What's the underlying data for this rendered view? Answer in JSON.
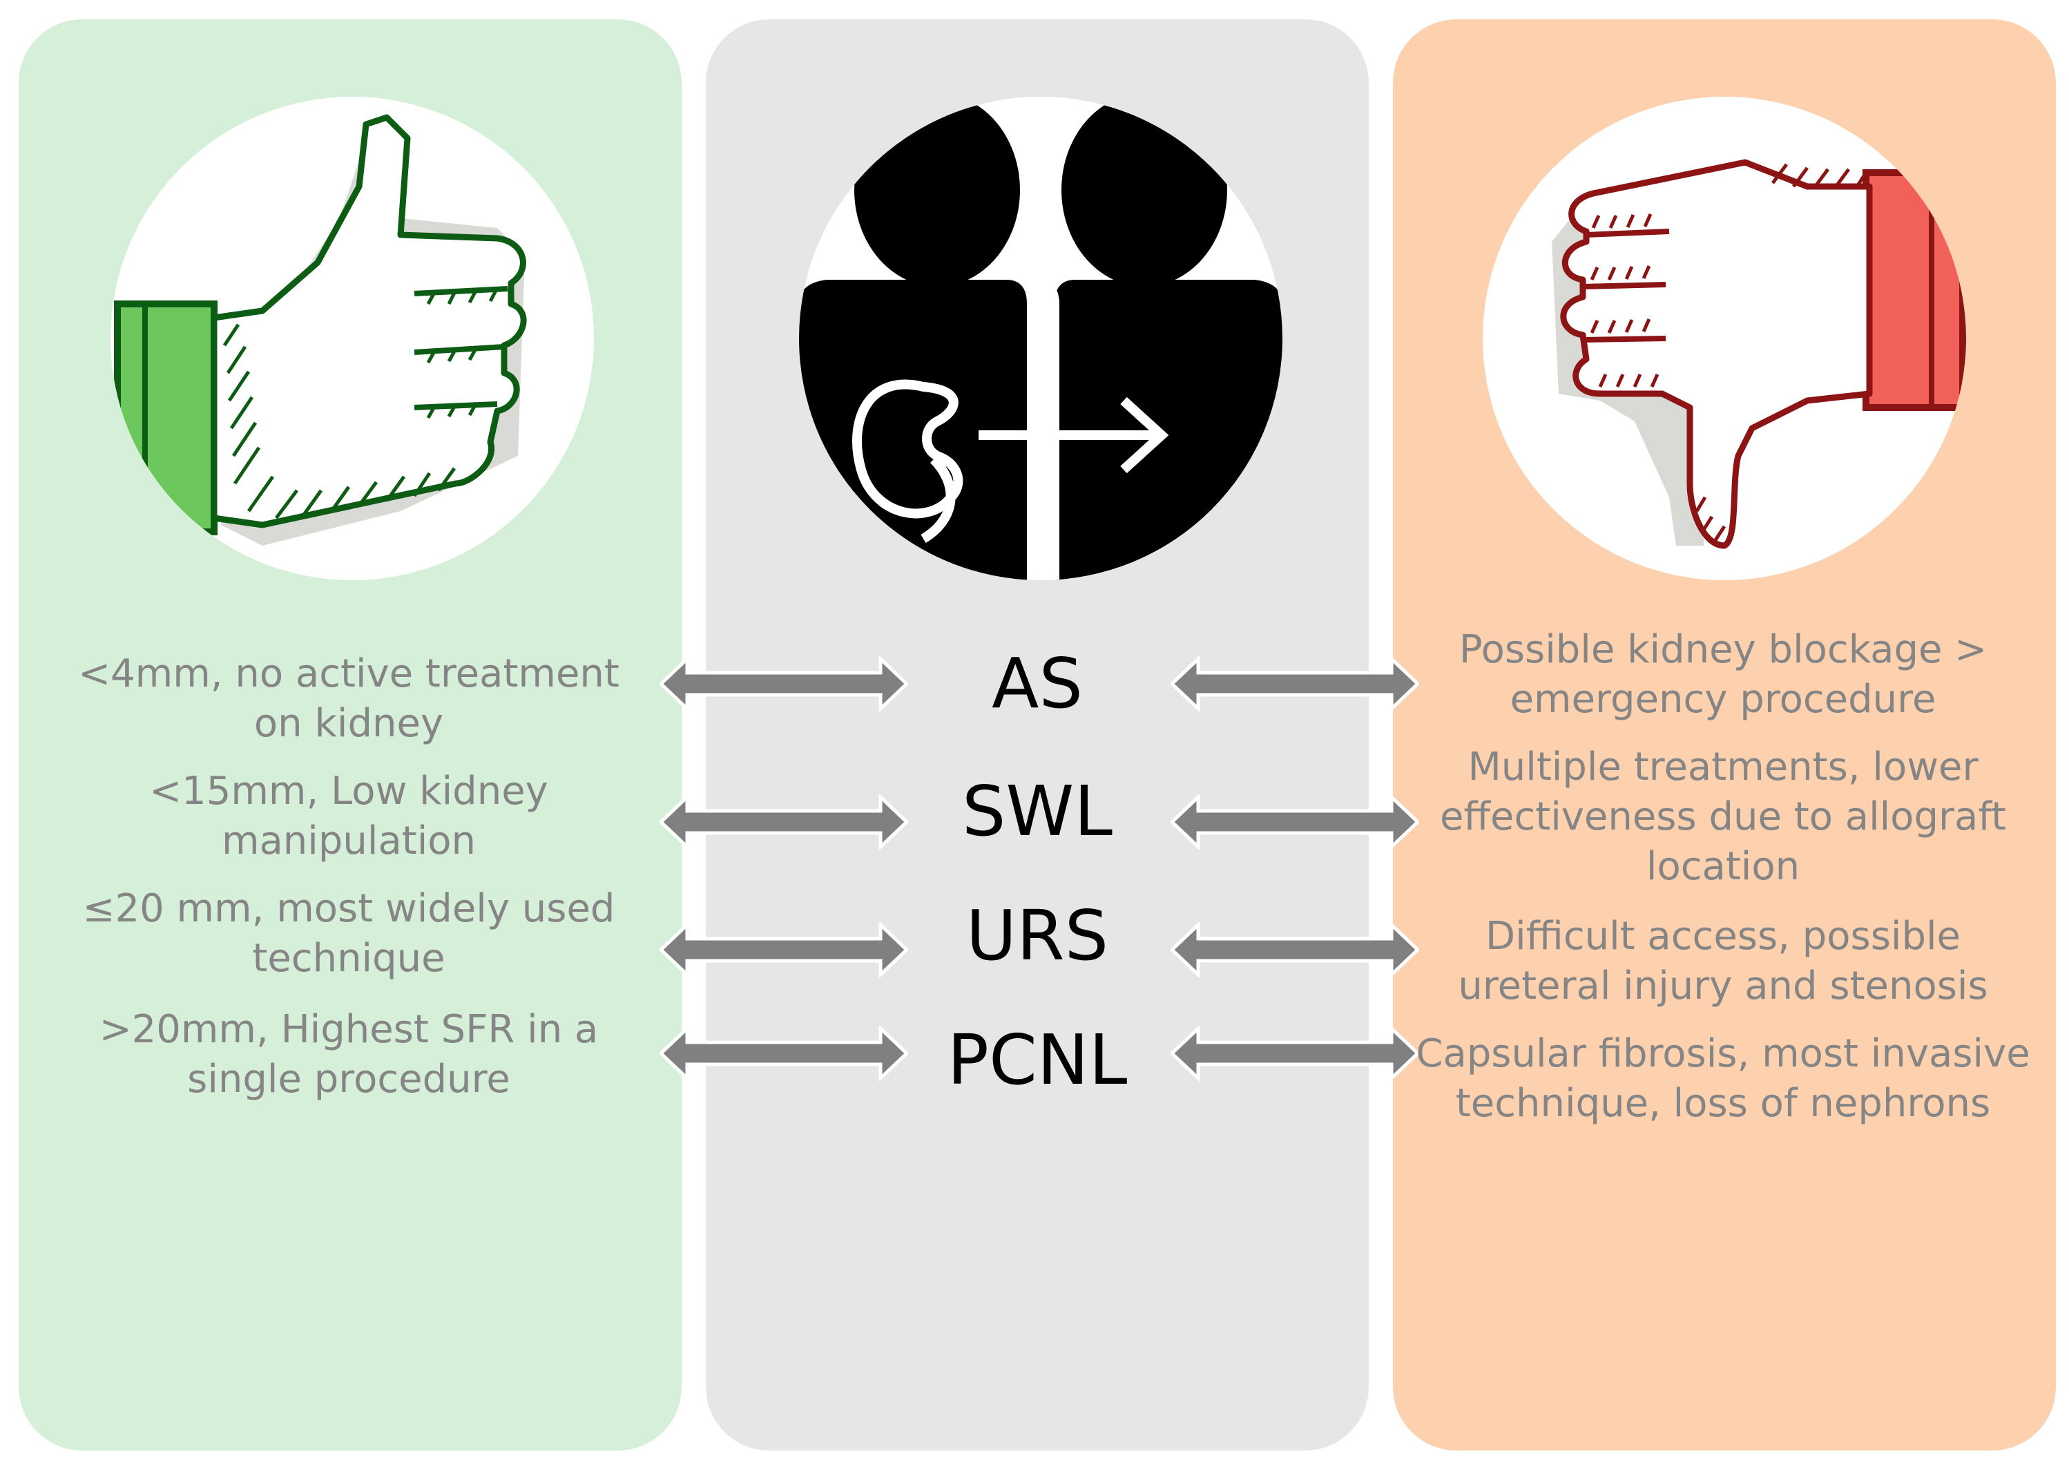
{
  "colors": {
    "pros_panel": "#d6efd9",
    "center_panel": "#e6e6e6",
    "cons_panel": "#fdd0ae",
    "arrow": "#808080",
    "text": "#858585",
    "thumb_green": "#0c5c14",
    "thumb_green_fill": "#6cc75c",
    "thumb_red": "#8c1414",
    "thumb_red_fill": "#f2605a"
  },
  "icons": {
    "pros": "thumbs-up-icon",
    "center": "transplant-kidney-icon",
    "cons": "thumbs-down-icon"
  },
  "rows": [
    {
      "procedure": "AS",
      "pro": "<4mm, no active treatment on kidney",
      "con": "Possible kidney blockage > emergency procedure"
    },
    {
      "procedure": "SWL",
      "pro": "<15mm, Low kidney manipulation",
      "con": "Multiple treatments, lower effectiveness due to allograft location"
    },
    {
      "procedure": "URS",
      "pro": "≤20 mm, most widely used technique",
      "con": "Difficult access, possible ureteral injury and stenosis"
    },
    {
      "procedure": "PCNL",
      "pro": ">20mm, Highest SFR in a single procedure",
      "con": "Capsular fibrosis, most invasive technique, loss of nephrons"
    }
  ]
}
